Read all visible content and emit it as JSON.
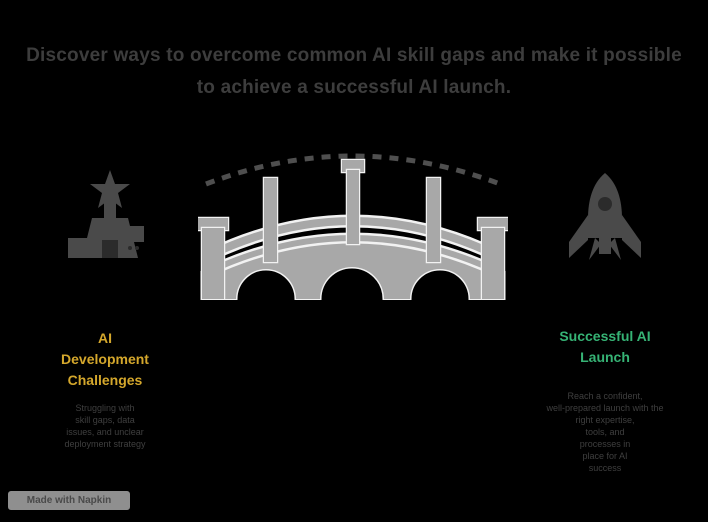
{
  "title": {
    "line1": "Discover ways to overcome common AI skill gaps and make it possible",
    "line2": "to achieve a successful AI launch."
  },
  "left": {
    "icon": "obstacle-signpost-icon",
    "heading_lines": [
      "AI",
      "Development",
      "Challenges"
    ],
    "description_lines": [
      "Struggling with",
      "skill gaps, data",
      "issues, and unclear",
      "deployment strategy"
    ],
    "accent_color": "#D4A72C"
  },
  "right": {
    "icon": "rocket-launch-icon",
    "heading_lines": [
      "Successful AI",
      "Launch"
    ],
    "description_lines": [
      "Reach a confident,",
      "well-prepared launch with the",
      "right expertise,",
      "tools, and",
      "processes in",
      "place for AI",
      "success"
    ],
    "accent_color": "#36B375"
  },
  "bridge": {
    "name": "arched-bridge-illustration",
    "fill_color": "#a8a8a8",
    "outline_color": "#f2f2f2",
    "arc_color": "#4f4f4f"
  },
  "watermark": {
    "text": "Made with Napkin"
  },
  "background_color": "#000000",
  "title_color": "#3d3d3d"
}
